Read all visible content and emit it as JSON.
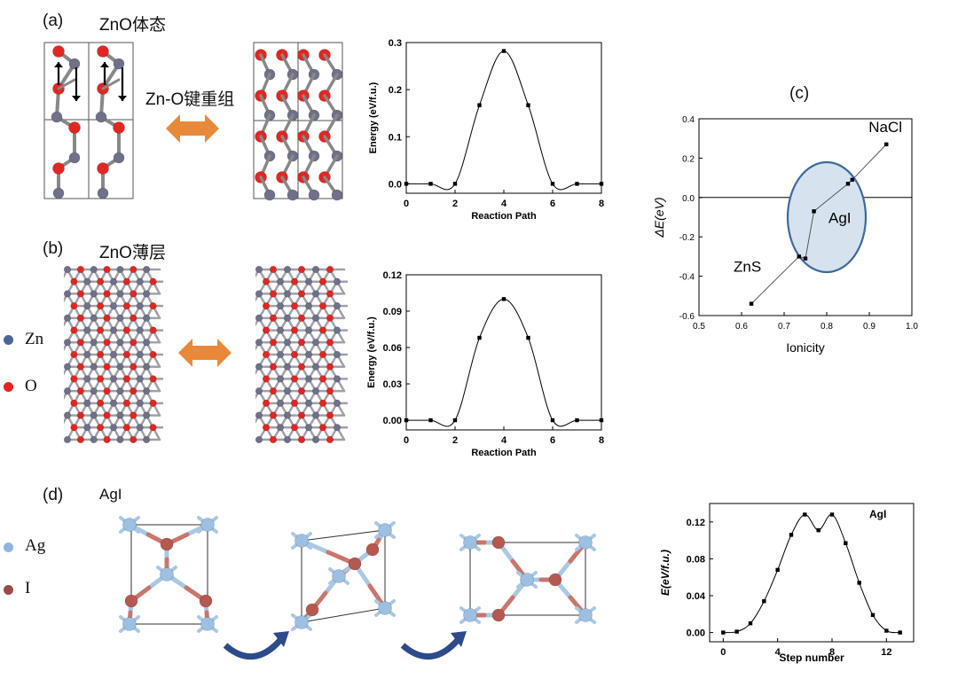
{
  "panels": {
    "a": {
      "letter": "(a)",
      "title": "ZnO体态",
      "arrow_label": "Zn-O键重组"
    },
    "b": {
      "letter": "(b)",
      "title": "ZnO薄层"
    },
    "c": {
      "letter": "(c)"
    },
    "d": {
      "letter": "(d)",
      "title": "AgI"
    }
  },
  "legend_zn_o": [
    {
      "label": "Zn",
      "color": "#4a6596"
    },
    {
      "label": "O",
      "color": "#e8231e"
    }
  ],
  "legend_ag_i": [
    {
      "label": "Ag",
      "color": "#8fb6e0"
    },
    {
      "label": "I",
      "color": "#9c4a44"
    }
  ],
  "colors": {
    "orange_arrow": "#e8893a",
    "curved_arrow": "#2d4a8a",
    "ellipse_fill": "#d6e3ef",
    "ellipse_stroke": "#3d6a9a"
  },
  "chart_data": [
    {
      "id": "a",
      "type": "line",
      "xlabel": "Reaction Path",
      "ylabel": "Energy (eV/f.u.)",
      "xlim": [
        0,
        8
      ],
      "ylim": [
        -0.02,
        0.3
      ],
      "xticks": [
        0,
        2,
        4,
        6,
        8
      ],
      "yticks": [
        0.0,
        0.1,
        0.2,
        0.3
      ],
      "ytick_labels": [
        "0.0",
        "0.1",
        "0.2",
        "0.3"
      ],
      "series": [
        {
          "x": [
            0,
            1,
            2,
            3,
            4,
            5,
            6,
            7,
            8
          ],
          "y": [
            0.0,
            0.0,
            0.0,
            0.167,
            0.282,
            0.167,
            0.0,
            0.0,
            0.0
          ]
        }
      ]
    },
    {
      "id": "b",
      "type": "line",
      "xlabel": "Reaction Path",
      "ylabel": "Energy (eV/f.u.)",
      "xlim": [
        0,
        8
      ],
      "ylim": [
        -0.008,
        0.12
      ],
      "xticks": [
        0,
        2,
        4,
        6,
        8
      ],
      "yticks": [
        0.0,
        0.03,
        0.06,
        0.09,
        0.12
      ],
      "ytick_labels": [
        "0.00",
        "0.03",
        "0.06",
        "0.09",
        "0.12"
      ],
      "series": [
        {
          "x": [
            0,
            1,
            2,
            3,
            4,
            5,
            6,
            7,
            8
          ],
          "y": [
            0.0,
            0.0,
            0.0,
            0.068,
            0.1,
            0.068,
            0.0,
            0.0,
            0.0
          ]
        }
      ]
    },
    {
      "id": "c",
      "type": "scatter",
      "xlabel": "Ionicity",
      "ylabel": "ΔE(eV)",
      "xlim": [
        0.5,
        1.0
      ],
      "ylim": [
        -0.6,
        0.4
      ],
      "xticks": [
        0.5,
        0.6,
        0.7,
        0.8,
        0.9,
        1.0
      ],
      "yticks": [
        -0.6,
        -0.4,
        -0.2,
        0.0,
        0.2,
        0.4
      ],
      "xtick_labels": [
        "0.5",
        "0.6",
        "0.7",
        "0.8",
        "0.9",
        "1.0"
      ],
      "ytick_labels": [
        "-0.6",
        "-0.4",
        "-0.2",
        "0.0",
        "0.2",
        "0.4"
      ],
      "series": [
        {
          "x": [
            0.623,
            0.735,
            0.75,
            0.77,
            0.85,
            0.86,
            0.94
          ],
          "y": [
            -0.54,
            -0.3,
            -0.31,
            -0.07,
            0.07,
            0.09,
            0.27
          ]
        }
      ],
      "annotations": [
        {
          "text": "NaCl",
          "x": 0.94,
          "y": 0.27
        },
        {
          "text": "AgI",
          "x": 0.8,
          "y": -0.13
        },
        {
          "text": "ZnS",
          "x": 0.623,
          "y": -0.54
        }
      ]
    },
    {
      "id": "d",
      "type": "line",
      "title": "AgI",
      "xlabel": "Step number",
      "ylabel": "E(eV/f.u.)",
      "xlim": [
        -1,
        14
      ],
      "ylim": [
        -0.01,
        0.14
      ],
      "xticks": [
        0,
        4,
        8,
        12
      ],
      "yticks": [
        0.0,
        0.04,
        0.08,
        0.12
      ],
      "ytick_labels": [
        "0.00",
        "0.04",
        "0.08",
        "0.12"
      ],
      "series": [
        {
          "x": [
            0,
            1,
            2,
            3,
            4,
            5,
            6,
            7,
            8,
            9,
            10,
            11,
            12,
            13
          ],
          "y": [
            0.0,
            0.001,
            0.01,
            0.034,
            0.068,
            0.106,
            0.128,
            0.111,
            0.128,
            0.097,
            0.054,
            0.019,
            0.002,
            0.0
          ]
        }
      ]
    }
  ]
}
